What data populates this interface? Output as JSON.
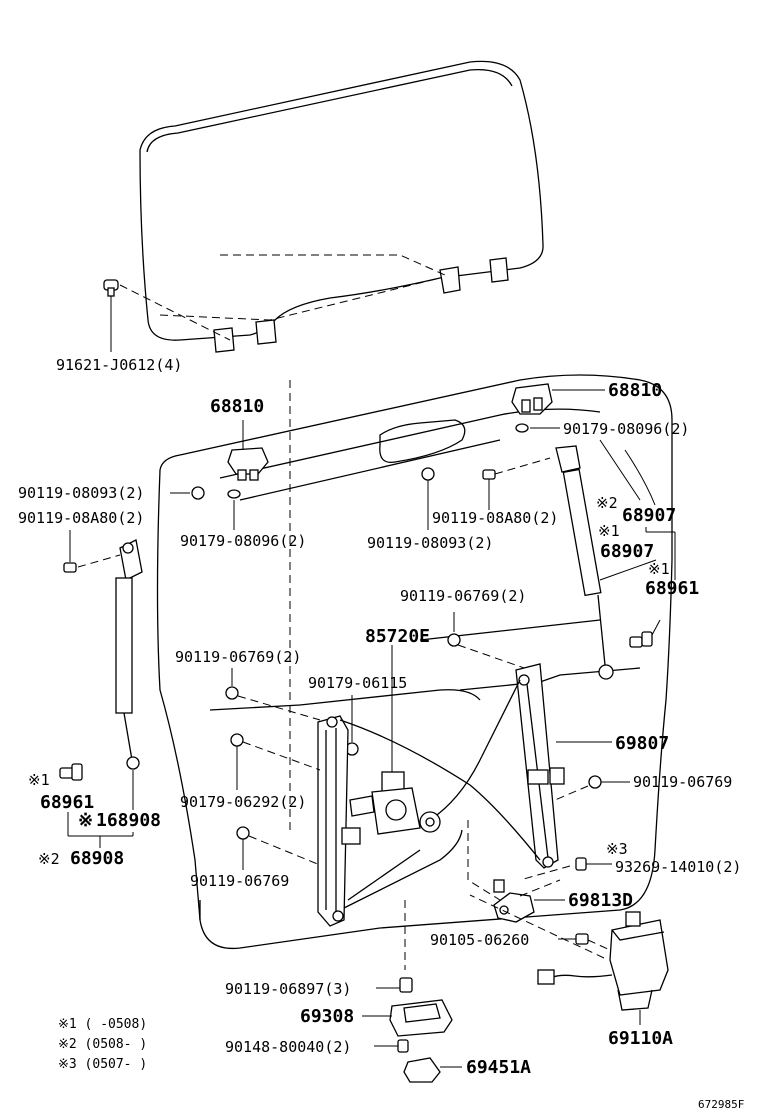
{
  "parts": {
    "p_91621": "91621-J0612(4)",
    "p_68810_r": "68810",
    "p_68810_l": "68810",
    "p_90179_08096_r": "90179-08096(2)",
    "p_90119_08093_l": "90119-08093(2)",
    "p_90119_08a80_l": "90119-08A80(2)",
    "p_90119_08a80_m": "90119-08A80(2)",
    "p_90179_08096_l": "90179-08096(2)",
    "p_90119_08093_m": "90119-08093(2)",
    "p_68907_a": "68907",
    "p_68907_b": "68907",
    "p_68961_r": "68961",
    "p_90119_06769_t": "90119-06769(2)",
    "p_85720e": "85720E",
    "p_90119_06769_l": "90119-06769(2)",
    "p_90179_06115": "90179-06115",
    "p_69807": "69807",
    "p_68961_l": "68961",
    "p_90119_06769_r": "90119-06769",
    "p_168908": "168908",
    "p_90179_06292": "90179-06292(2)",
    "p_68908": "68908",
    "p_93269": "93269-14010(2)",
    "p_90119_06769_b": "90119-06769",
    "p_69813d": "69813D",
    "p_90105": "90105-06260",
    "p_90119_06897": "90119-06897(3)",
    "p_69308": "69308",
    "p_90148": "90148-80040(2)",
    "p_69110a": "69110A",
    "p_69451a": "69451A"
  },
  "marks": {
    "m1": "※1",
    "m2": "※2",
    "m3": "※3",
    "m_x": "※"
  },
  "footnotes": {
    "n1": "※1 (    -0508)",
    "n2": "※2 (0508-    )",
    "n3": "※3 (0507-    )"
  },
  "code": "672985F"
}
